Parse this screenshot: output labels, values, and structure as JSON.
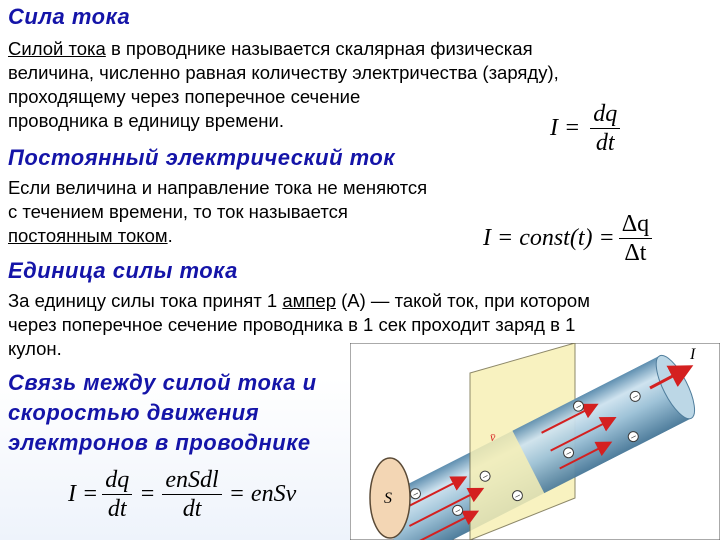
{
  "sections": {
    "current_strength": {
      "heading": "Сила тока",
      "lines": [
        {
          "term": "Силой тока",
          "rest": " в проводнике называется скалярная физическая"
        },
        {
          "text": "величина, численно равная количеству электричества (заряду),"
        },
        {
          "text": "проходящему через поперечное сечение"
        },
        {
          "text": "проводника в единицу времени."
        }
      ],
      "formula": {
        "lhs": "I",
        "eq": "=",
        "num": "dq",
        "den": "dt"
      }
    },
    "direct_current": {
      "heading": "Постоянный электрический ток",
      "lines": [
        {
          "text": "Если величина и направление тока не меняются"
        },
        {
          "text": "с течением времени, то ток называется"
        },
        {
          "term": "постоянным током",
          "rest": "."
        }
      ],
      "formula": {
        "lhs": "I = const(t) =",
        "num": "Δq",
        "den": "Δt"
      }
    },
    "unit": {
      "heading": "Единица силы тока",
      "lines": [
        {
          "pre": "За единицу силы тока принят 1 ",
          "term": "ампер",
          "rest": " (А) — такой ток, при котором"
        },
        {
          "text": "через поперечное сечение проводника в 1 сек проходит заряд в 1"
        },
        {
          "text": "кулон."
        }
      ]
    },
    "relation": {
      "heading_lines": [
        "Связь между силой тока и",
        "скоростью движения",
        "электронов в проводнике"
      ],
      "formula": {
        "lhs": "I =",
        "num1": "dq",
        "den1": "dt",
        "eq1": "=",
        "num2": "enSdl",
        "den2": "dt",
        "eq2": "= enSv"
      }
    }
  },
  "diagram": {
    "current_label": "I",
    "area_label": "S",
    "velocity_label": "v̄",
    "electron_symbol": "−",
    "colors": {
      "plane": "#f7f0b6",
      "cylinder": "#9fc3d8",
      "arrow": "#d42020",
      "electron": "#3a3a3a"
    }
  }
}
